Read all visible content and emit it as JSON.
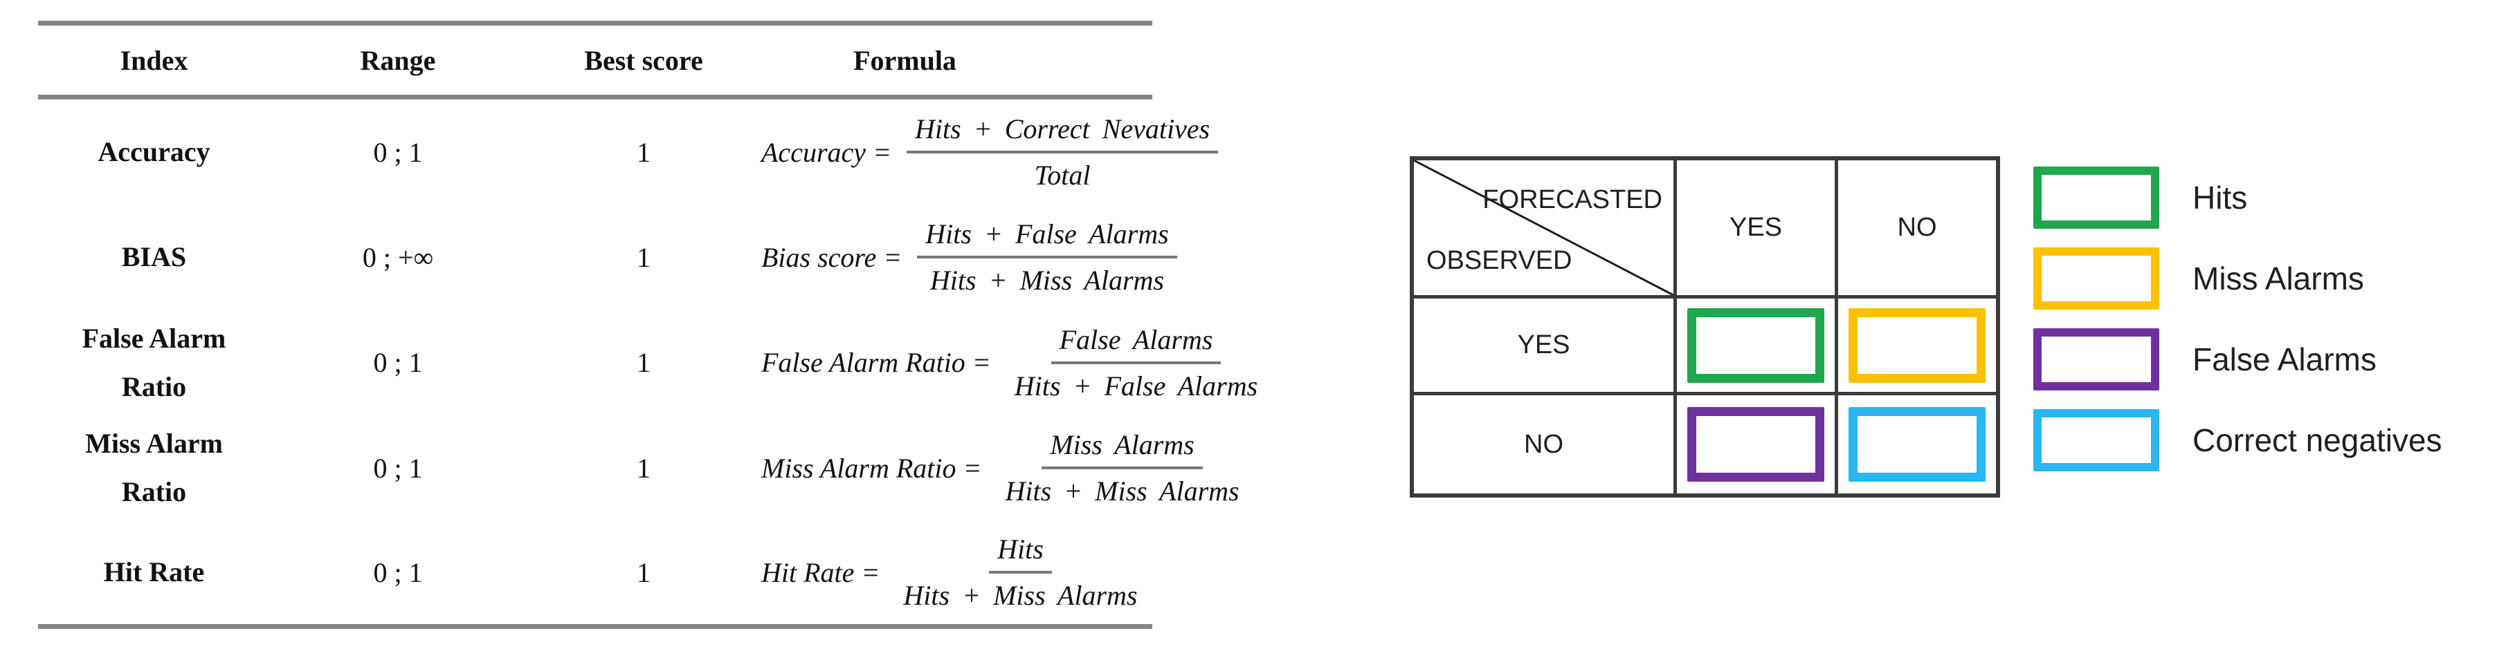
{
  "metrics_table": {
    "headers": [
      "Index",
      "Range",
      "Best score",
      "Formula"
    ],
    "rows": [
      {
        "index": "Accuracy",
        "range": "0 ; 1",
        "best_score": "1",
        "formula_lhs": "Accuracy =",
        "numerator": "Hits + Correct Nevatives",
        "denominator": "Total"
      },
      {
        "index": "BIAS",
        "range": "0 ; +∞",
        "best_score": "1",
        "formula_lhs": "Bias score =",
        "numerator": "Hits + False Alarms",
        "denominator": "Hits + Miss Alarms"
      },
      {
        "index": "False Alarm Ratio",
        "range": "0 ; 1",
        "best_score": "1",
        "formula_lhs": "False Alarm Ratio =",
        "numerator": "False Alarms",
        "denominator": "Hits + False Alarms"
      },
      {
        "index": "Miss Alarm Ratio",
        "range": "0 ; 1",
        "best_score": "1",
        "formula_lhs": "Miss Alarm Ratio =",
        "numerator": "Miss Alarms",
        "denominator": "Hits + Miss Alarms"
      },
      {
        "index": "Hit Rate",
        "range": "0 ; 1",
        "best_score": "1",
        "formula_lhs": "Hit Rate =",
        "numerator": "Hits",
        "denominator": "Hits + Miss Alarms"
      }
    ]
  },
  "contingency": {
    "corner_top": "FORECASTED",
    "corner_bottom": "OBSERVED",
    "col_headers": [
      "YES",
      "NO"
    ],
    "row_headers": [
      "YES",
      "NO"
    ],
    "border_color": "#3c3c3c"
  },
  "legend": {
    "items": [
      {
        "label": "Hits",
        "color": "#1ea74b"
      },
      {
        "label": "Miss Alarms",
        "color": "#ffc000"
      },
      {
        "label": "False Alarms",
        "color": "#7030a0"
      },
      {
        "label": "Correct negatives",
        "color": "#29b6f2"
      }
    ]
  }
}
